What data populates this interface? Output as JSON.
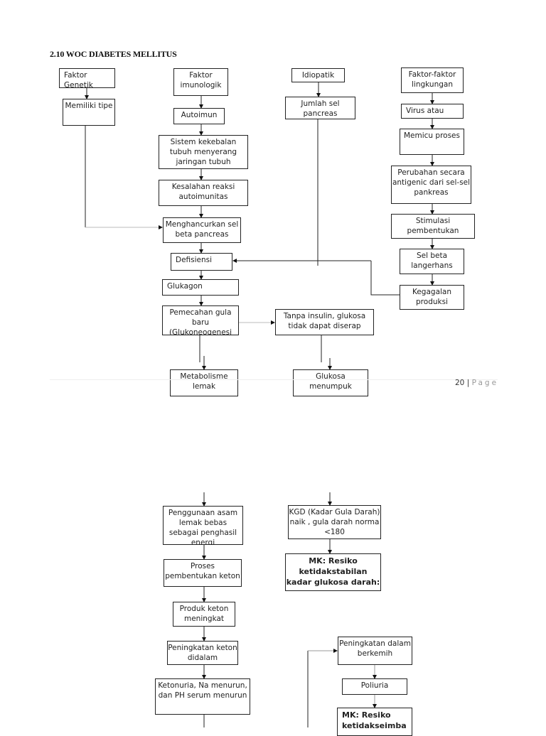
{
  "title": "2.10 WOC DIABETES MELLITUS",
  "page": {
    "number": "20",
    "separator": "|",
    "label": "Page"
  },
  "boxes": {
    "faktor_genetik": "Faktor Genetik",
    "memiliki_tipe": "Memiliki tipe",
    "faktor_imunologik": "Faktor imunologik",
    "autoimun": "Autoimun",
    "sistem_kekebalan": "Sistem kekebalan tubuh menyerang jaringan tubuh",
    "kesalahan_reaksi": "Kesalahan reaksi autoimunitas",
    "menghancurkan": "Menghancurkan sel beta pancreas",
    "defisiensi": "Defisiensi",
    "glukagon": "Glukagon",
    "pemecahan_gula": "Pemecahan gula baru (Glukoneogenesi",
    "tanpa_insulin": "Tanpa insulin, glukosa tidak dapat diserap",
    "metabolisme_lemak": "Metabolisme lemak",
    "glukosa_menumpuk": "Glukosa menumpuk",
    "idiopatik": "Idiopatik",
    "jumlah_sel": "Jumlah sel pancreas",
    "faktor_lingkungan": "Faktor-faktor lingkungan",
    "virus_atau": "Virus atau",
    "memicu_proses": "Memicu proses",
    "perubahan_antigenic": "Perubahan secara antigenic dari sel-sel pankreas",
    "stimulasi": "Stimulasi pembentukan",
    "sel_beta": "Sel beta langerhans",
    "kegagalan_produksi": "Kegagalan produksi",
    "penggunaan_asam_lemak": "Penggunaan asam lemak bebas sebagai penghasil energi",
    "proses_keton": "Proses pembentukan keton",
    "produk_keton": "Produk keton meningkat",
    "peningkatan_keton": "Peningkatan keton didalam",
    "ketonuria": "Ketonuria, Na menurun, dan PH serum menurun",
    "kgd": "KGD (Kadar Gula Darah) naik , gula darah norma <180",
    "mk_glukosa": "MK:  Resiko ketidakstabilan kadar glukosa darah:",
    "peningkatan_berkemih": "Peningkatan dalam berkemih",
    "poliuria": "Poliuria",
    "mk_cairan": "MK: Resiko ketidakseimba"
  }
}
